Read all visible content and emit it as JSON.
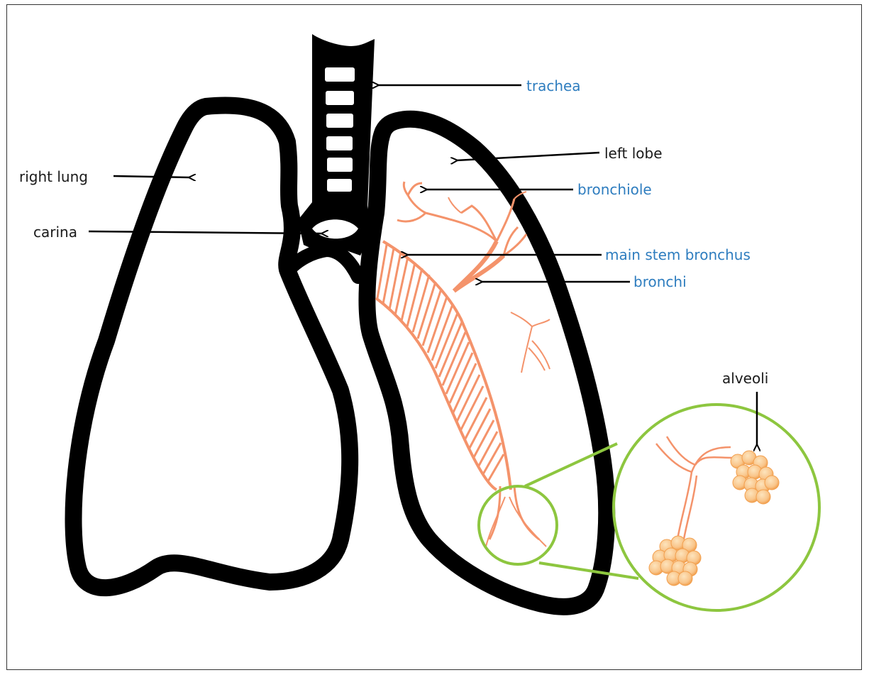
{
  "colors": {
    "outline": "#000000",
    "bronchial_tree": "#f4936b",
    "alveoli_fill": "#f9c58a",
    "alveoli_edge": "#f2a04f",
    "magnifier": "#8dc63f",
    "label_blue": "#2e7dbf",
    "label_black": "#1a1a1a"
  },
  "labels": {
    "trachea": "trachea",
    "left_lobe": "left lobe",
    "right_lung": "right lung",
    "bronchiole": "bronchiole",
    "carina": "carina",
    "main_stem_bronchus": "main stem bronchus",
    "bronchi": "bronchi",
    "alveoli": "alveoli"
  },
  "icons": {
    "arrow": "left-pointing-arrow",
    "magnifier": "zoom-circle"
  }
}
